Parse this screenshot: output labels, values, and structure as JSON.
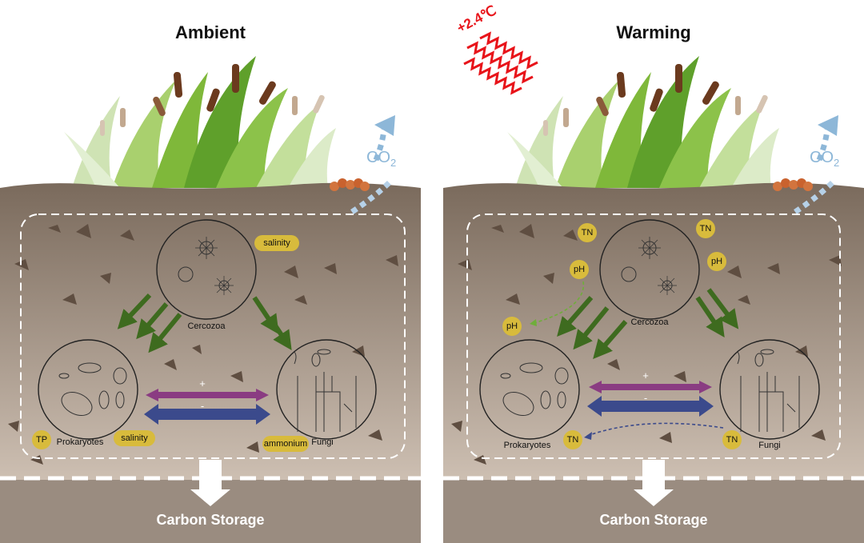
{
  "panels": {
    "ambient": {
      "title": "Ambient",
      "co2": "CO",
      "co2_sub": "2",
      "groups": {
        "top": "Cercozoa",
        "left": "Prokaryotes",
        "right": "Fungi"
      },
      "interaction": {
        "plus": "+",
        "minus": "-"
      },
      "factors": {
        "cercozoa": "salinity",
        "prok_tp": "TP",
        "prok_salinity": "salinity",
        "fungi": "ammonium"
      },
      "storage": "Carbon Storage"
    },
    "warming": {
      "title": "Warming",
      "temperature": "+2.4℃",
      "co2": "CO",
      "co2_sub": "2",
      "groups": {
        "top": "Cercozoa",
        "left": "Prokaryotes",
        "right": "Fungi"
      },
      "interaction": {
        "plus": "+",
        "minus": "-"
      },
      "factors": {
        "cercozoa_tn_left": "TN",
        "cercozoa_tn_right": "TN",
        "cercozoa_ph_left": "pH",
        "cercozoa_ph_right": "pH",
        "prok_ph": "pH",
        "prok_tn": "TN",
        "fungi_tn": "TN"
      },
      "storage": "Carbon Storage"
    }
  },
  "colors": {
    "soil_top": "#7a6a5c",
    "soil_bottom": "#cdbfb2",
    "green_arrow": "#3e6b1f",
    "purple_arrow": "#8a3c82",
    "blue_arrow": "#3b4a8c",
    "factor_fill": "#d8bb3c",
    "co2": "#8db7d8",
    "warming_red": "#e8141a"
  }
}
